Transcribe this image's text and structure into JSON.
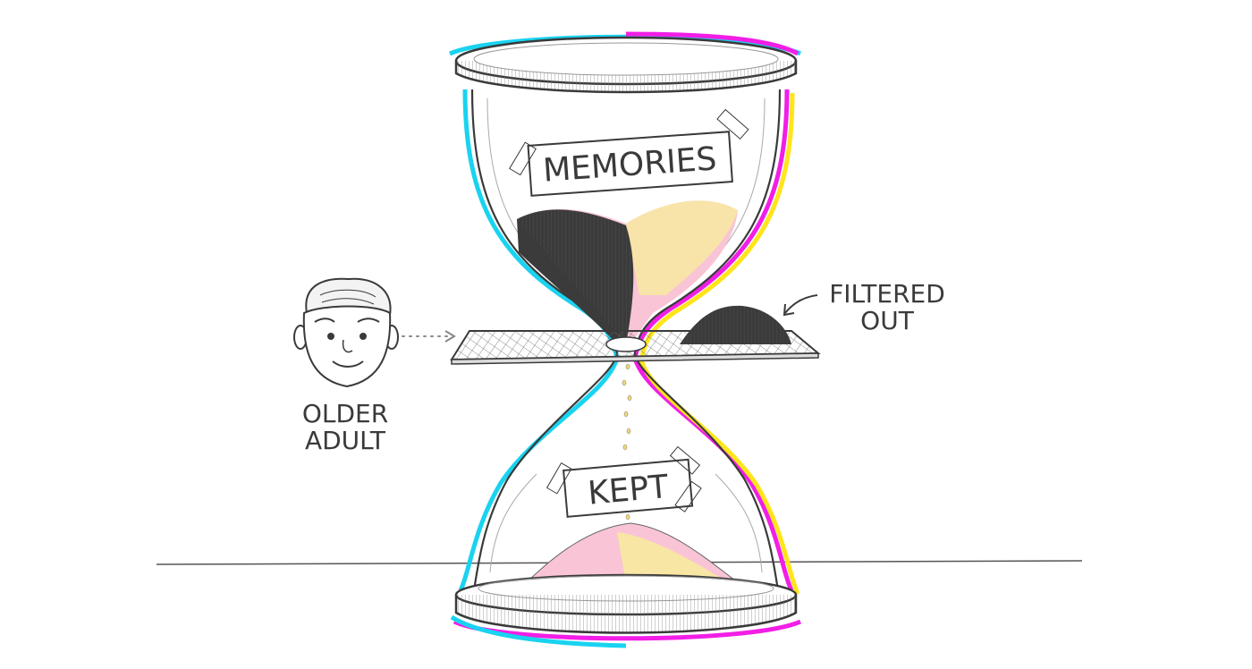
{
  "illustration": {
    "subject": "hourglass memory filter",
    "labels": {
      "top_bulb": "MEMORIES",
      "bottom_bulb": "KEPT",
      "filtered_line1": "FILTERED",
      "filtered_line2": "OUT",
      "person_line1": "OLDER",
      "person_line2": "ADULT"
    },
    "icons": [
      "older-adult-face-icon",
      "dotted-arrow-icon",
      "curved-arrow-icon",
      "filter-mesh-icon"
    ],
    "colors": {
      "line": "#3a3a3a",
      "cyan_offset": "#19d3f0",
      "magenta_offset": "#f21ee6",
      "yellow_offset": "#ffe51a",
      "positive_pink": "#f9c4d6",
      "positive_yellow": "#f8ec9c",
      "negative_dark": "#3b3b3b",
      "ground_line": "#555555"
    }
  }
}
